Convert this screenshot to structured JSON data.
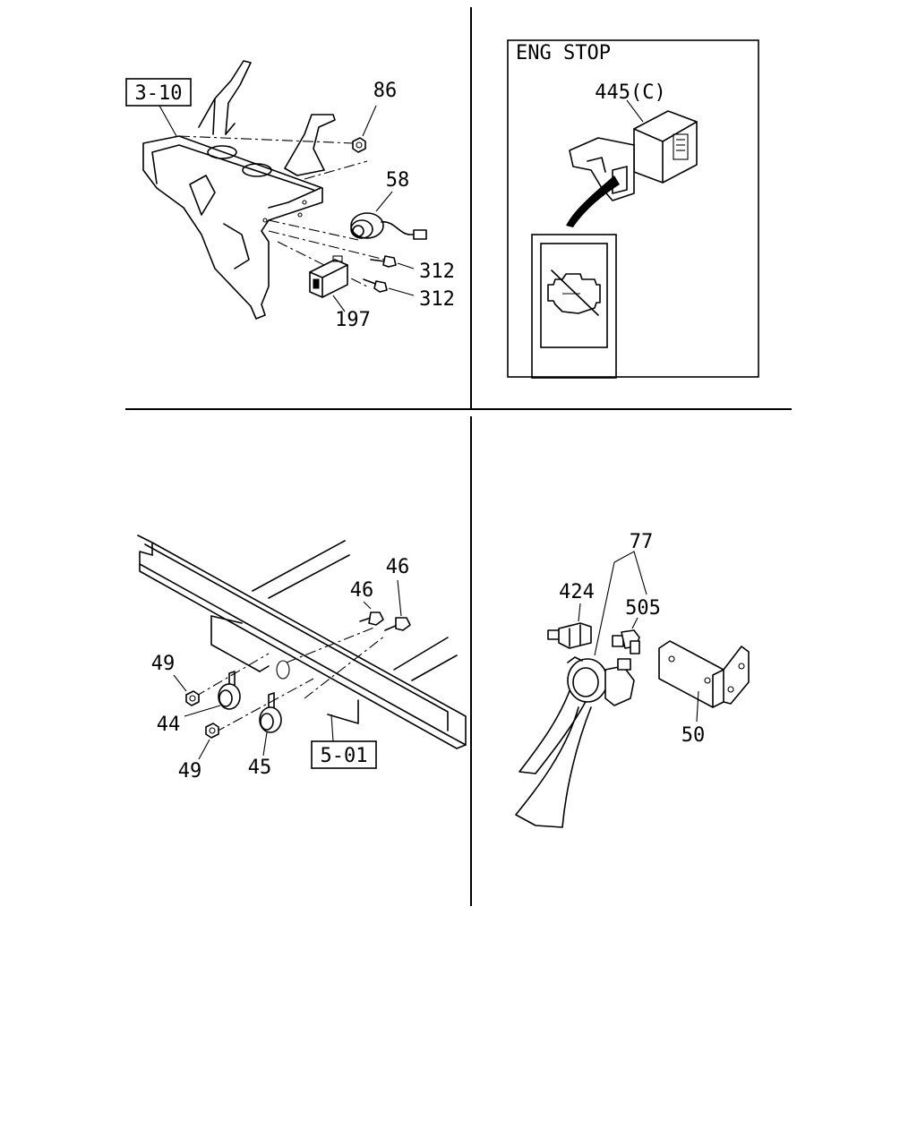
{
  "panels": {
    "top_left": {
      "ref_box": "3-10",
      "callouts": {
        "nut": "86",
        "buzzer": "58",
        "bolt_upper": "312",
        "bolt_lower": "312",
        "relay": "197"
      }
    },
    "top_right": {
      "header": "ENG STOP",
      "callouts": {
        "lamp": "445(C)"
      }
    },
    "bottom_left": {
      "ref_box": "5-01",
      "callouts": {
        "bolt_a": "46",
        "bolt_b": "46",
        "nut_upper": "49",
        "nut_lower": "49",
        "horn_low": "44",
        "horn_high": "45"
      }
    },
    "bottom_right": {
      "callouts": {
        "horn_assy": "77",
        "fitting_424": "424",
        "fitting_505": "505",
        "bracket": "50"
      }
    }
  },
  "icons": [
    "engine-stop-warning-icon"
  ]
}
